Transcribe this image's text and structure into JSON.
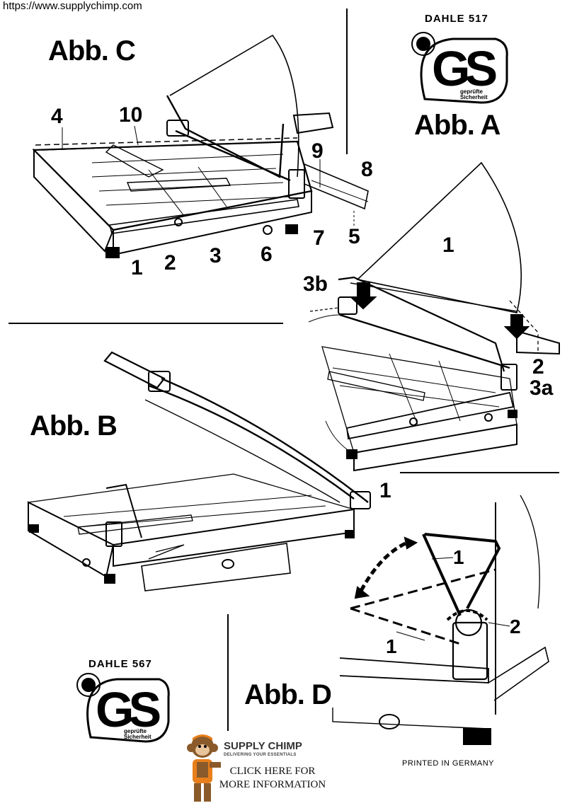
{
  "source_url": "https://www.supplychimp.com",
  "figures": {
    "a": {
      "label": "Abb. A",
      "model": "DAHLE 517"
    },
    "b": {
      "label": "Abb. B"
    },
    "c": {
      "label": "Abb. C"
    },
    "d": {
      "label": "Abb. D",
      "model": "DAHLE 567"
    }
  },
  "gs_mark": {
    "letters": "GS",
    "line1": "geprüfte",
    "line2": "Sicherheit"
  },
  "callouts_c": [
    "4",
    "10",
    "9",
    "8",
    "7",
    "5",
    "1",
    "2",
    "3",
    "6"
  ],
  "callouts_a": [
    "1",
    "3b",
    "2",
    "3a"
  ],
  "callouts_b": [
    "1"
  ],
  "callouts_d": [
    "1",
    "2",
    "1"
  ],
  "footer_note": "PRINTED IN GERMANY",
  "promo": {
    "brand": "SUPPLY CHIMP",
    "tagline": "DELIVERING YOUR ESSENTIALS",
    "cta_line1": "CLICK HERE FOR",
    "cta_line2": "MORE INFORMATION"
  },
  "colors": {
    "ink": "#000000",
    "paper": "#ffffff",
    "promo_orange": "#e87f1c"
  }
}
